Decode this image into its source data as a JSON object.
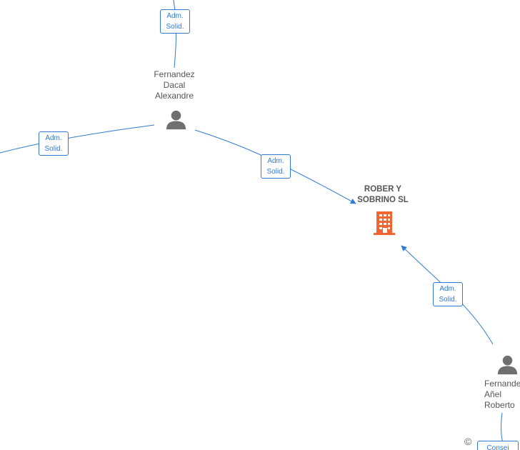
{
  "diagram": {
    "people": [
      {
        "id": "fernandez-dacal",
        "label": "Fernandez\nDacal\nAlexandre"
      },
      {
        "id": "fernandez-anel",
        "label": "Fernandez\nAñel\nRoberto"
      }
    ],
    "company": {
      "label": "ROBER Y\nSOBRINO  SL"
    },
    "edge_labels": [
      "Adm.\nSolid.",
      "Adm.\nSolid.",
      "Adm.\nSolid.",
      "Adm.\nSolid.",
      "Consej"
    ],
    "colors": {
      "edge": "#2f7bd6",
      "person_icon": "#6f6f6f",
      "company_icon": "#f26532",
      "text": "#555555"
    },
    "icons": {
      "person": "person-icon",
      "company": "building-icon",
      "copyright": "copyright-icon"
    },
    "watermark": "©"
  }
}
